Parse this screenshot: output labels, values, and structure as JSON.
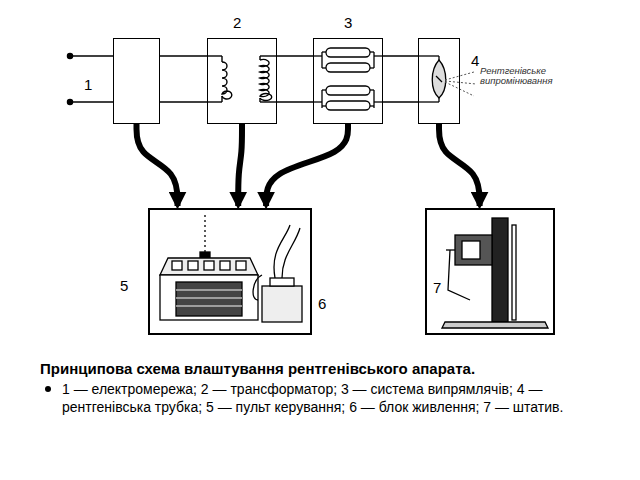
{
  "diagram": {
    "caption": "Принципова схема влаштування рентгенівського апарата.",
    "nodes": [
      {
        "text": [
          "1"
        ]
      },
      {
        "text": [
          "2"
        ]
      },
      {
        "text": [
          "3"
        ]
      },
      {
        "text": [
          "4",
          "Рентгенівське випромінювання"
        ]
      },
      {
        "text": [
          "5",
          "6"
        ]
      },
      {
        "text": [
          "7"
        ]
      }
    ],
    "edges": [
      {
        "from": 0,
        "to": 1,
        "arrow": "none"
      },
      {
        "from": 1,
        "to": 2,
        "arrow": "none"
      },
      {
        "from": 2,
        "to": 3,
        "arrow": "none"
      },
      {
        "from": 0,
        "to": 4,
        "arrow": "to"
      },
      {
        "from": 1,
        "to": 4,
        "arrow": "to"
      },
      {
        "from": 2,
        "to": 4,
        "arrow": "to"
      },
      {
        "from": 3,
        "to": 5,
        "arrow": "to"
      }
    ],
    "labels": [
      "1 — електромережа; 2 — трансформатор; 3 — система випрямлячів; 4 — рентгенівська трубка; 5 — пульт керування; 6 — блок живлення; 7 — штатив."
    ]
  }
}
